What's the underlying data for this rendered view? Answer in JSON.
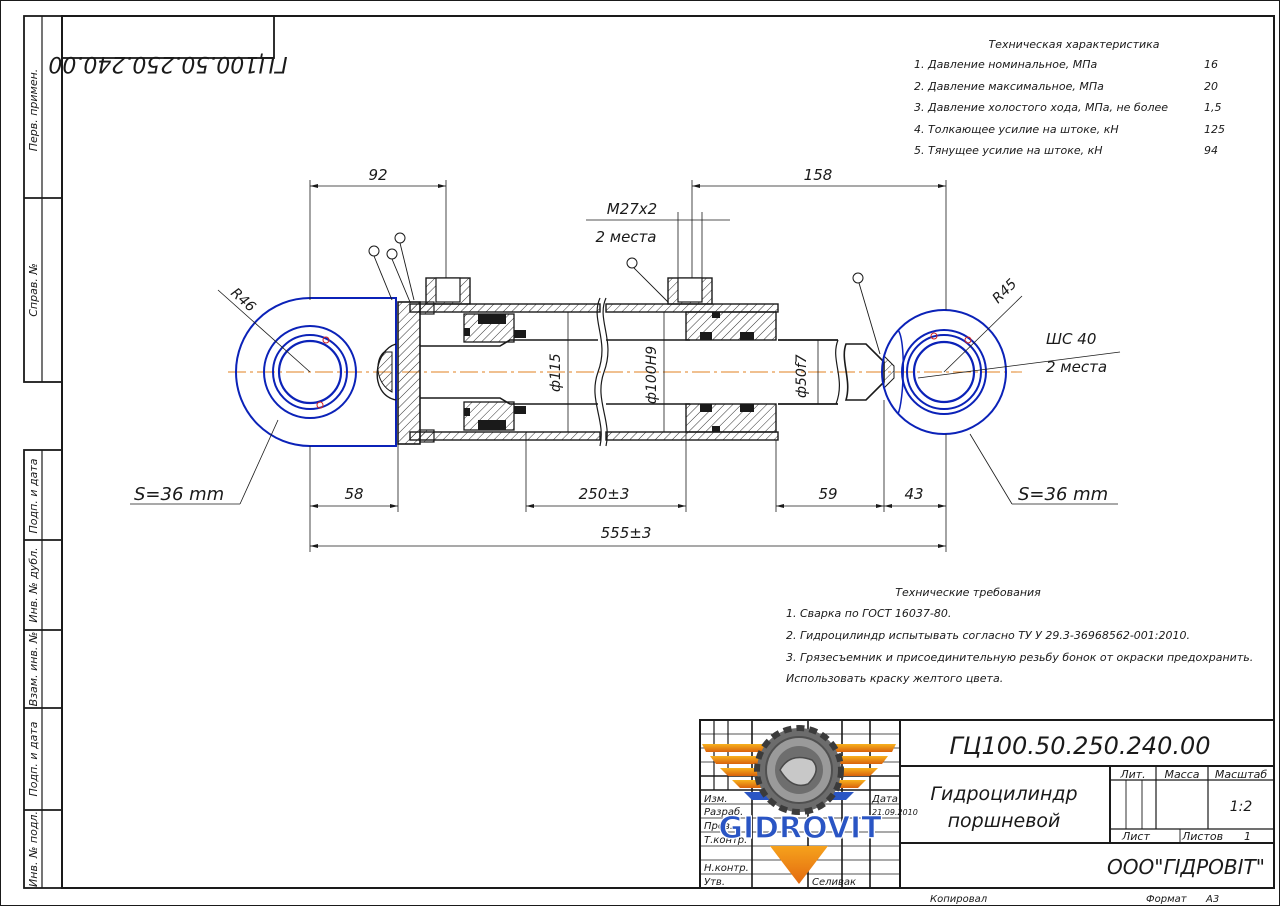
{
  "drawing_code": "ГЦ100.50.250.240.00",
  "drawing_code_mirrored": "ГЦ100.50.250.240.00",
  "side_labels": [
    "Перв. примен.",
    "Справ. №",
    "Подп. и дата",
    "Инв. № дубл.",
    "Взам. инв. №",
    "Подп. и дата",
    "Инв. № подл."
  ],
  "tech_specs": {
    "title": "Техническая характеристика",
    "rows": [
      {
        "label": "1. Давление номинальное, МПа",
        "value": "16"
      },
      {
        "label": "2. Давление максимальное, МПа",
        "value": "20"
      },
      {
        "label": "3. Давление холостого хода, МПа, не более",
        "value": "1,5"
      },
      {
        "label": "4. Толкающее усилие на штоке, кН",
        "value": "125"
      },
      {
        "label": "5. Тянущее усилие на штоке, кН",
        "value": "94"
      }
    ]
  },
  "dims": {
    "d92": "92",
    "d158": "158",
    "thread": "М27х2",
    "thread_places": "2 места",
    "r46": "R46",
    "r45": "R45",
    "shc": "ШС 40",
    "shc_places": "2 места",
    "d115": "ф115",
    "d100": "ф100Н9",
    "d50": "ф50f7",
    "s_left": "S=36 mm",
    "s_right": "S=36 mm",
    "d58": "58",
    "d250": "250±3",
    "d59": "59",
    "d43": "43",
    "d555": "555±3"
  },
  "tech_req": {
    "title": "Технические требования",
    "lines": [
      "1. Сварка по ГОСТ 16037-80.",
      "2. Гидроцилиндр испытывать согласно ТУ У 29.3-36968562-001:2010.",
      "3. Грязесъемник и присоединительную резьбу бонок от окраски предохранить.",
      "Использовать краску желтого цвета."
    ]
  },
  "title_block": {
    "code": "ГЦ100.50.250.240.00",
    "name_line1": "Гидроцилиндр",
    "name_line2": "поршневой",
    "lit": "Лит.",
    "massa": "Масса",
    "masshtab": "Масштаб",
    "scale": "1:2",
    "list": "Лист",
    "listov": "Листов",
    "sheets_count": "1",
    "company": "ООО\"ГІДРОВІТ\"",
    "kopiroval": "Копировал",
    "format_label": "Формат",
    "format_value": "А3",
    "rows": [
      "Изм.",
      "Разраб.",
      "Пров.",
      "Т.контр.",
      "Н.контр.",
      "Утв."
    ],
    "data_label": "Дата",
    "date": "21.09.2010",
    "approver": "Селивак",
    "logo_text": "GIDROVIT"
  }
}
